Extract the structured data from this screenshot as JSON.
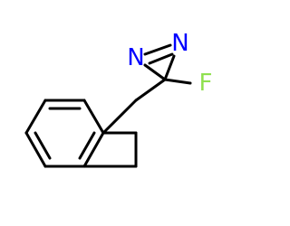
{
  "molecule": {
    "atoms": {
      "n1": "N",
      "n2": "N",
      "f": "F"
    },
    "colors": {
      "nitrogen": "#0000ff",
      "fluorine": "#90e050",
      "bond": "#000000",
      "background": "#ffffff"
    }
  }
}
